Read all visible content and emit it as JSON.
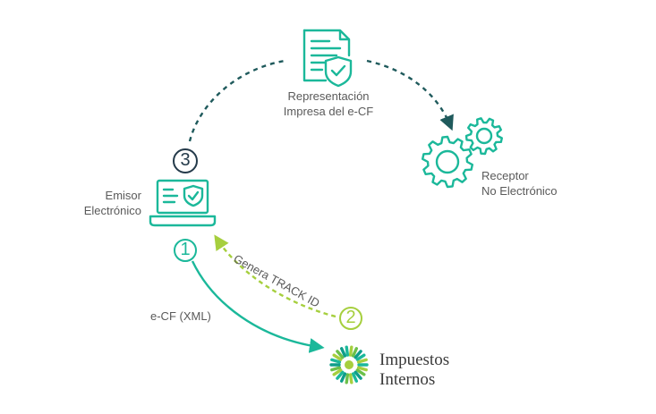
{
  "nodes": {
    "representacion": {
      "line1": "Representación",
      "line2": "Impresa del e-CF"
    },
    "receptor": {
      "line1": "Receptor",
      "line2": "No Electrónico"
    },
    "emisor": {
      "line1": "Emisor",
      "line2": "Electrónico"
    },
    "impuestos": {
      "line1": "Impuestos",
      "line2": "Internos"
    }
  },
  "edges": {
    "ecf": {
      "step": "1",
      "label": "e-CF (XML)"
    },
    "track": {
      "step": "2",
      "label": "Genera TRACK ID"
    },
    "print": {
      "step": "3"
    }
  },
  "colors": {
    "teal": "#1bb89a",
    "dark_teal": "#1f5a5c",
    "lime": "#a6cf3e",
    "navy": "#243a4a"
  },
  "icons": {
    "document": "document-shield-icon",
    "laptop": "laptop-shield-icon",
    "gears": "gears-icon",
    "logo": "dgii-logo-icon"
  }
}
